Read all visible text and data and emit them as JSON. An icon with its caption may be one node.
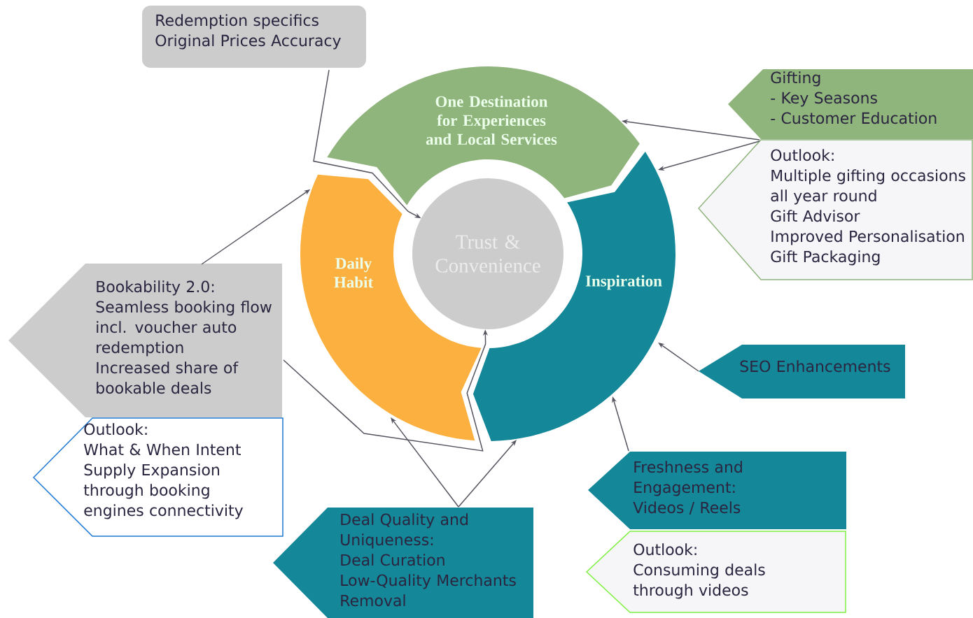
{
  "diagram": {
    "nodes": [
      {
        "text": [
          "Redemption specifics",
          "Original Prices Accuracy"
        ]
      },
      {
        "text": [
          "One Destination for Experiences and Local Services"
        ]
      },
      {
        "text": [
          "Daily Habit"
        ]
      },
      {
        "text": [
          "Trust & Convenience"
        ]
      },
      {
        "text": [
          "Inspiration"
        ]
      },
      {
        "text": [
          "Gifting",
          "- Key Seasons",
          "- Customer Education"
        ]
      },
      {
        "text": [
          "Outlook:",
          "Multiple gifting occasions all year round",
          "Gift Advisor",
          "Improved Personalisation",
          "Gift Packaging"
        ]
      },
      {
        "text": [
          "Bookability 2.0:",
          "Seamless booking flow incl. voucher auto redemption",
          "Increased share of bookable deals"
        ]
      },
      {
        "text": [
          "Outlook:",
          "What & When Intent",
          "Supply Expansion through booking engines connectivity"
        ]
      },
      {
        "text": [
          "SEO Enhancements"
        ]
      },
      {
        "text": [
          "Freshness and Engagement:",
          "Videos / Reels"
        ]
      },
      {
        "text": [
          "Outlook:",
          "Consuming deals through videos"
        ]
      },
      {
        "text": [
          "Deal Quality and Uniqueness:",
          "Deal Curation",
          "Low-Quality Merchants Removal"
        ]
      }
    ],
    "edges": [
      {
        "from": 0,
        "to": 3,
        "arrow": "to"
      },
      {
        "from": 5,
        "to": 1,
        "arrow": "to"
      },
      {
        "from": 6,
        "to": 4,
        "arrow": "to"
      },
      {
        "from": 7,
        "to": 2,
        "arrow": "to"
      },
      {
        "from": 7,
        "to": 3,
        "arrow": "to"
      },
      {
        "from": 9,
        "to": 4,
        "arrow": "to"
      },
      {
        "from": 10,
        "to": 4,
        "arrow": "to"
      },
      {
        "from": 12,
        "to": 2,
        "arrow": "to"
      },
      {
        "from": 12,
        "to": 4,
        "arrow": "to"
      }
    ]
  }
}
